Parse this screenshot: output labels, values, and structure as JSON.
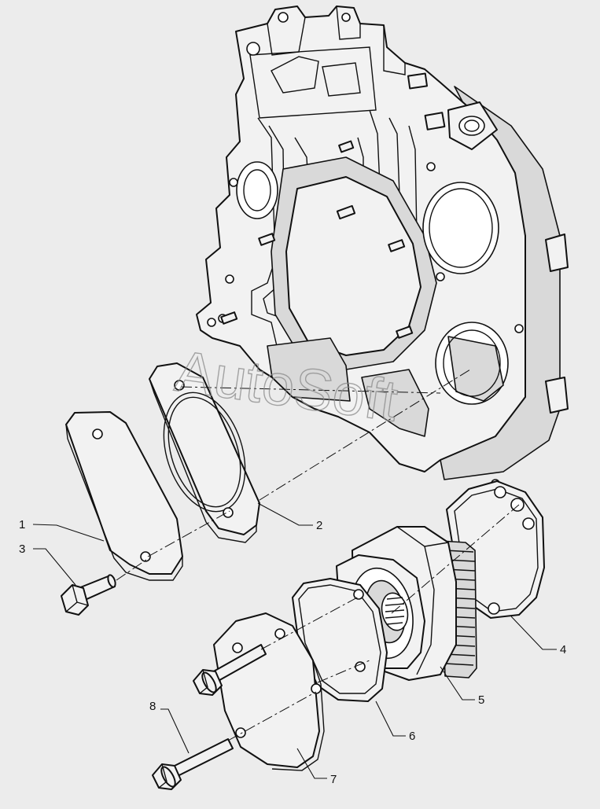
{
  "watermark": "AutoSoft",
  "callouts": [
    {
      "id": "callout-1",
      "label": "1"
    },
    {
      "id": "callout-2",
      "label": "2"
    },
    {
      "id": "callout-3",
      "label": "3"
    },
    {
      "id": "callout-4",
      "label": "4"
    },
    {
      "id": "callout-5",
      "label": "5"
    },
    {
      "id": "callout-6",
      "label": "6"
    },
    {
      "id": "callout-7",
      "label": "7"
    },
    {
      "id": "callout-8",
      "label": "8"
    }
  ]
}
